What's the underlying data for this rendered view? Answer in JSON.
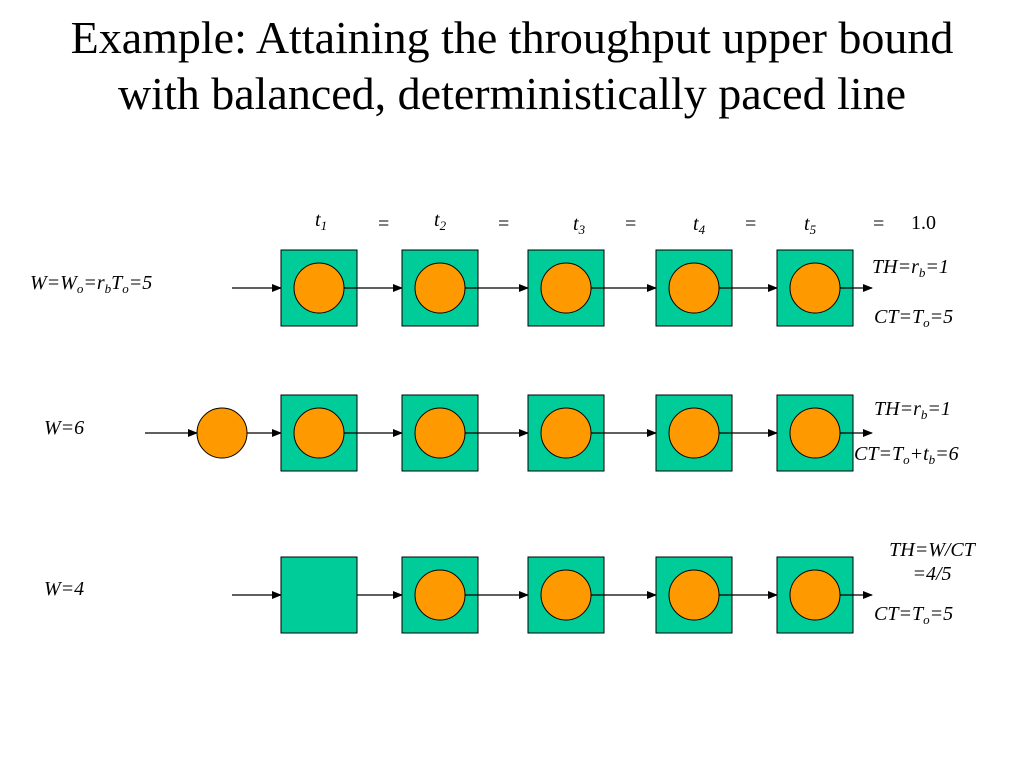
{
  "title": {
    "line1": "Example: Attaining the throughput upper bound",
    "line2": "with balanced, deterministically paced line"
  },
  "header": {
    "times": [
      "t",
      "t",
      "t",
      "t",
      "t"
    ],
    "subs": [
      "1",
      "2",
      "3",
      "4",
      "5"
    ],
    "equals": [
      "=",
      "=",
      "=",
      "=",
      "="
    ],
    "value": "1.0"
  },
  "rows": [
    {
      "left": {
        "parts": [
          "W=W",
          "o",
          "=r",
          "b",
          "T",
          "o",
          "=5"
        ]
      },
      "th": {
        "parts": [
          "TH=r",
          "b",
          "=1"
        ]
      },
      "ct": {
        "parts": [
          "CT=T",
          "o",
          "=5"
        ]
      },
      "stations_with_job": [
        true,
        true,
        true,
        true,
        true
      ],
      "waiting_jobs": 0
    },
    {
      "left": {
        "parts": [
          "W=6"
        ]
      },
      "th": {
        "parts": [
          "TH=r",
          "b",
          "=1"
        ]
      },
      "ct": {
        "parts": [
          "CT=T",
          "o",
          "+t",
          "b",
          "=6"
        ]
      },
      "stations_with_job": [
        true,
        true,
        true,
        true,
        true
      ],
      "waiting_jobs": 1
    },
    {
      "left": {
        "parts": [
          "W=4"
        ]
      },
      "th": {
        "line1": "TH=W/CT",
        "line2": "=4/5"
      },
      "ct": {
        "parts": [
          "CT=T",
          "o",
          "=5"
        ]
      },
      "stations_with_job": [
        false,
        true,
        true,
        true,
        true
      ],
      "waiting_jobs": 0
    }
  ],
  "colors": {
    "station": "#00cc99",
    "job": "#ff9900",
    "stroke": "#000000"
  }
}
